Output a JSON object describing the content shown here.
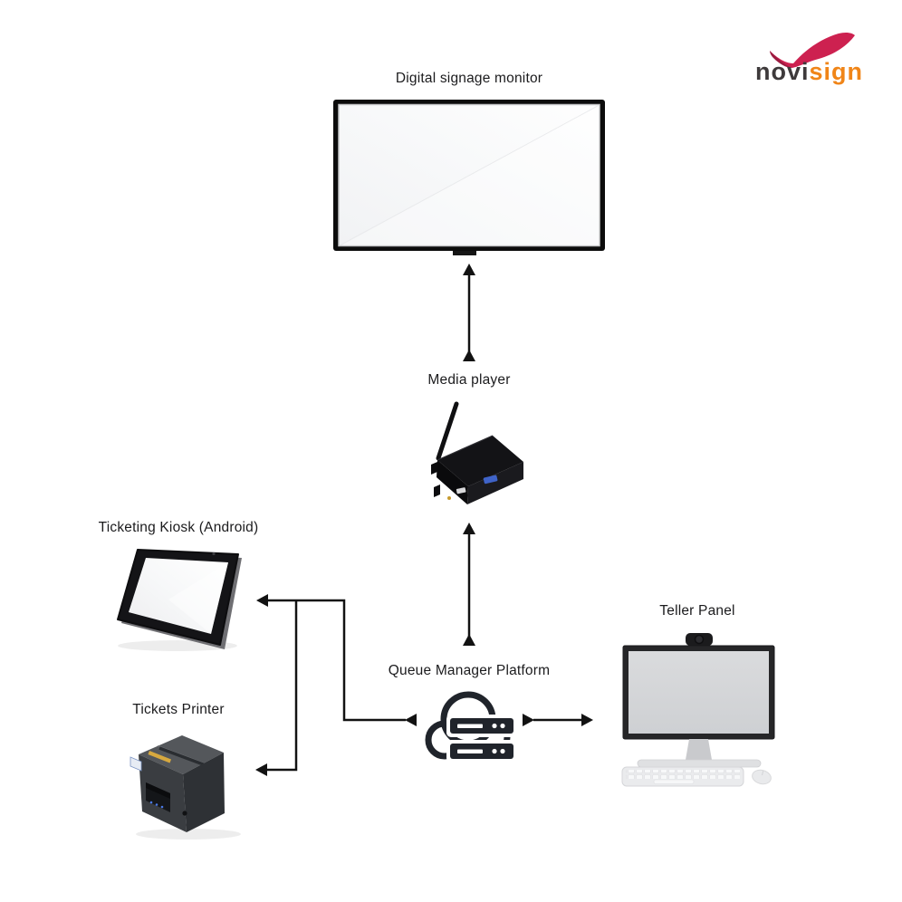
{
  "page": {
    "background": "#ffffff"
  },
  "logo": {
    "brand_prefix": "novi",
    "brand_suffix": "sign",
    "prefix_color": "#3e3a3b",
    "suffix_color": "#f08518",
    "swoosh_color": "#cd2150"
  },
  "diagram": {
    "line_color": "#121212",
    "nodes": [
      {
        "id": "digital-signage-monitor",
        "label": "Digital signage monitor"
      },
      {
        "id": "media-player",
        "label": "Media player"
      },
      {
        "id": "ticketing-kiosk",
        "label": "Ticketing Kiosk (Android)"
      },
      {
        "id": "tickets-printer",
        "label": "Tickets Printer"
      },
      {
        "id": "queue-manager-platform",
        "label": "Queue Manager Platform"
      },
      {
        "id": "teller-panel",
        "label": "Teller Panel"
      }
    ],
    "edges": [
      {
        "from": "media-player",
        "to": "digital-signage-monitor"
      },
      {
        "from": "queue-manager-platform",
        "to": "media-player"
      },
      {
        "from": "queue-manager-platform",
        "to": "ticketing-kiosk"
      },
      {
        "from": "queue-manager-platform",
        "to": "tickets-printer"
      },
      {
        "from": "queue-manager-platform",
        "to": "teller-panel"
      }
    ]
  }
}
